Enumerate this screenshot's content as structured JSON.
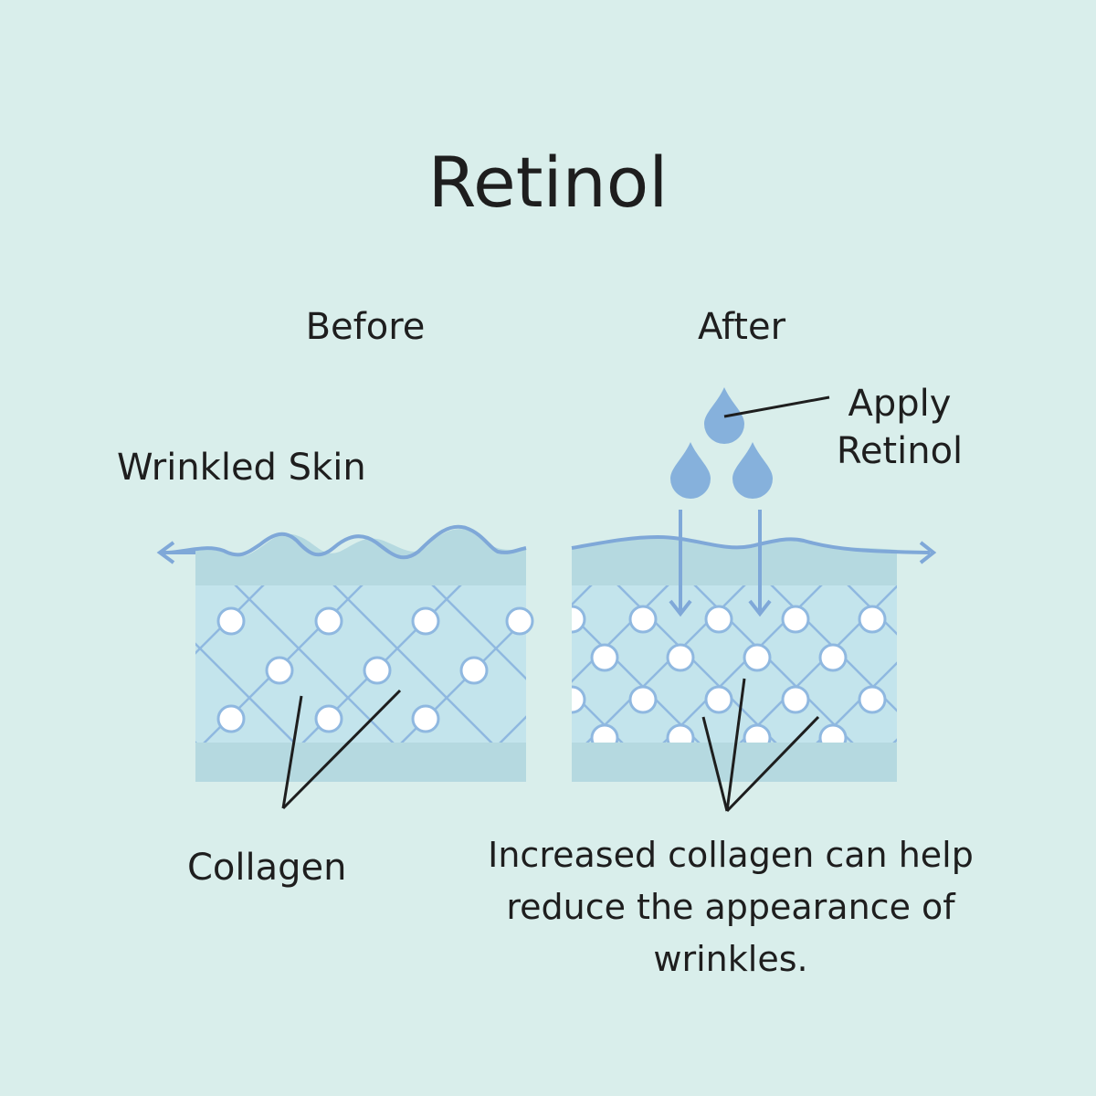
{
  "title": "Retinol",
  "labels": {
    "before": "Before",
    "after": "After",
    "wrinkled_skin": "Wrinkled Skin",
    "apply_retinol": "Apply Retinol",
    "collagen": "Collagen",
    "result": "Increased collagen can help reduce the appearance of wrinkles."
  },
  "colors": {
    "background": "#d9eeeb",
    "skin_band": "#b5d9e0",
    "dermis": "#c3e4ec",
    "mesh": "#8fb8e0",
    "line": "#7fa8d8",
    "drop": "#86b1dc",
    "node": "#ffffff",
    "text": "#1e1e1e"
  },
  "icons": [
    "retinol-drop-icon",
    "arrow-left-icon",
    "arrow-right-icon",
    "arrow-down-icon",
    "collagen-node-icon"
  ]
}
